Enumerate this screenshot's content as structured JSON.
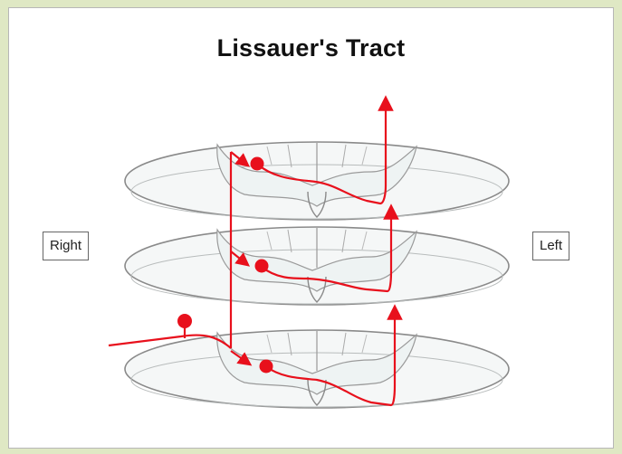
{
  "diagram": {
    "title": "Lissauer's Tract",
    "labels": {
      "right": "Right",
      "left": "Left"
    },
    "colors": {
      "pathway": "#e8101c",
      "section_fill": "#f0f4f4",
      "section_stroke": "#8a8a8a",
      "grey_matter": "#eef3f3"
    }
  }
}
